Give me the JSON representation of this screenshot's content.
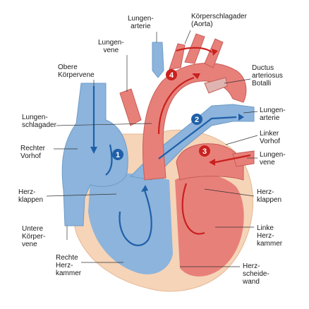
{
  "colors": {
    "oxygen_poor_blue": "#8cb4dc",
    "oxygen_poor_dark": "#5a8cc4",
    "oxygen_rich_red": "#e8807a",
    "oxygen_rich_dark": "#d24a44",
    "heart_wall": "#f6d4b8",
    "flow_arrow_blue": "#1f5fa8",
    "flow_arrow_red": "#c8211e"
  },
  "labels": {
    "lungenarterie_top": "Lungen-\narterie",
    "koerperschlagader": "Körperschlagader\n(Aorta)",
    "lungenvene_top": "Lungen-\nvene",
    "obere_koerpervene": "Obere\nKörpervene",
    "ductus": "Ductus\narteriosus\nBotalli",
    "lungenschlagader": "Lungen-\nschlagader",
    "lungenarterie_right": "Lungen-\narterie",
    "rechter_vorhof": "Rechter\nVorhof",
    "linker_vorhof": "Linker\nVorhof",
    "lungenvene_right": "Lungen-\nvene",
    "herzklappen_left": "Herz-\nklappen",
    "herzklappen_right": "Herz-\nklappen",
    "untere_koerpervene": "Untere\nKörper-\nvene",
    "linke_herzkammer": "Linke\nHerz-\nkammer",
    "rechte_herzkammer": "Rechte\nHerz-\nkammer",
    "herzscheidewand": "Herz-\nscheide-\nwand"
  },
  "step_markers": [
    "1",
    "2",
    "3",
    "4"
  ]
}
